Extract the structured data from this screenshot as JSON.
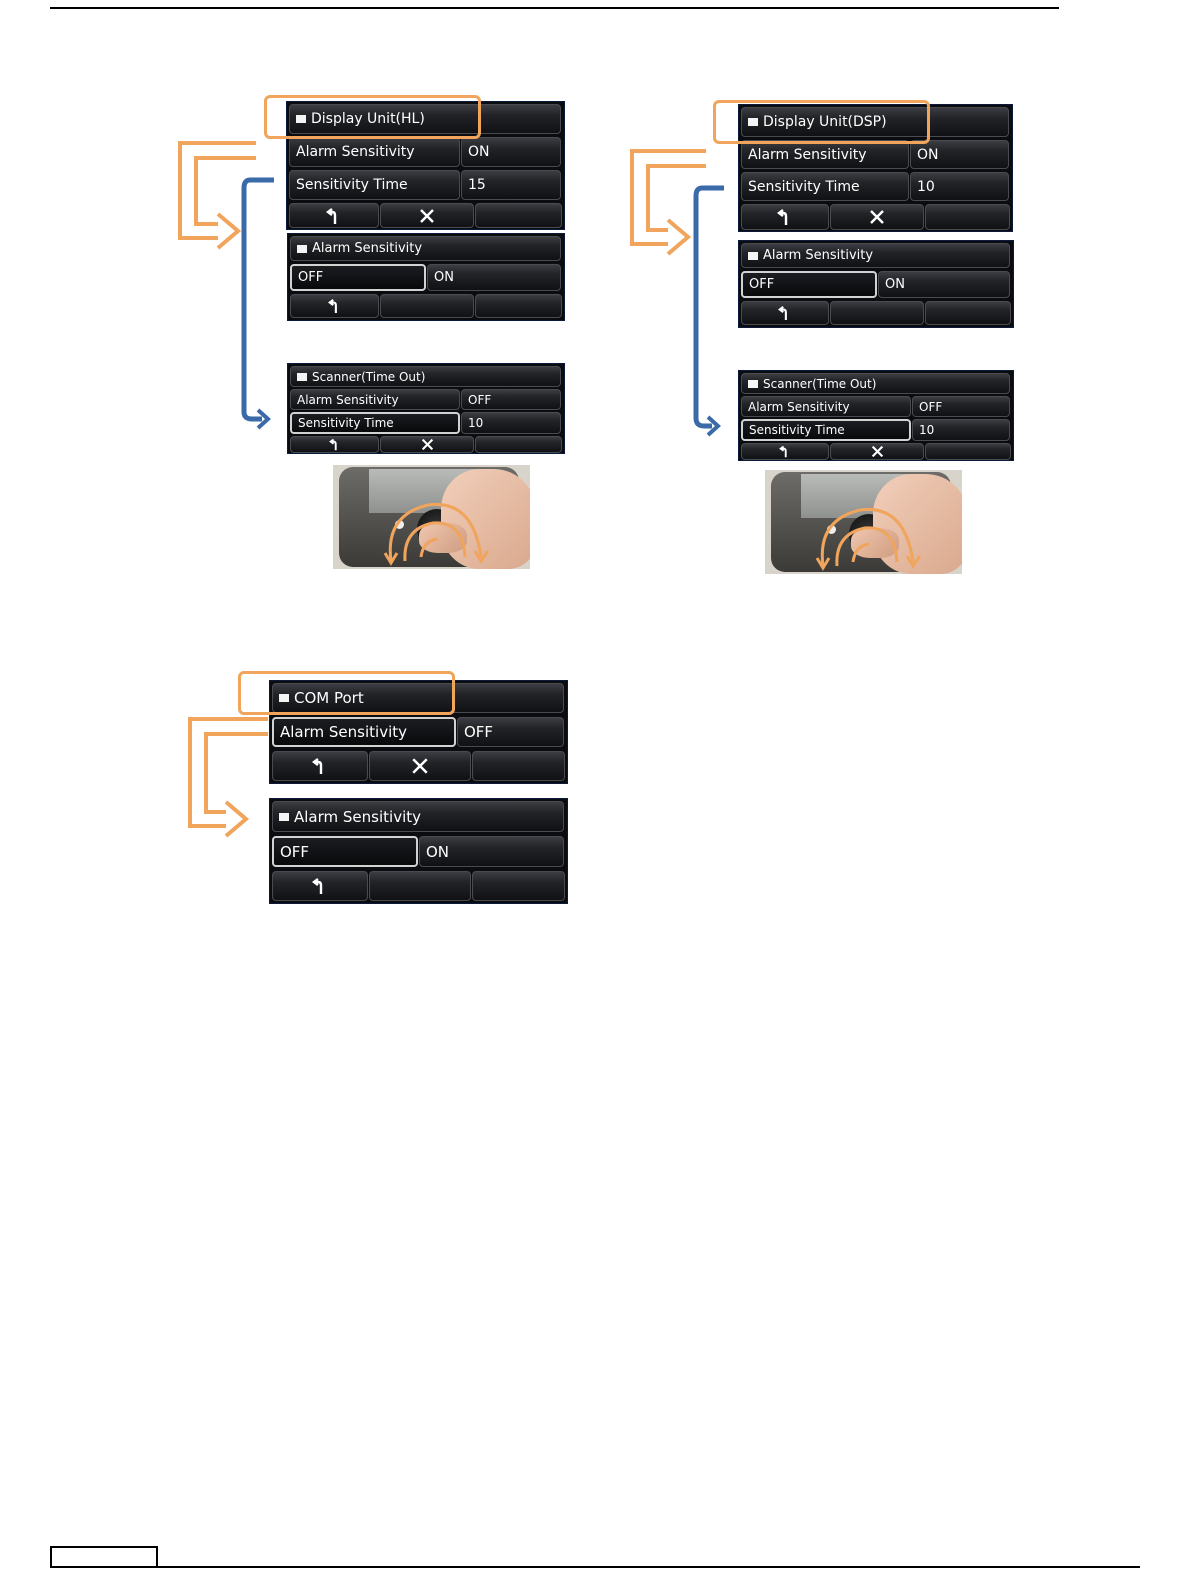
{
  "icons": {
    "back": "back-arrow-icon",
    "close": "close-x-icon",
    "flag": "flag-icon"
  },
  "colors": {
    "highlight": "#f0a45c",
    "flow_arrow_orange": "#f0a45c",
    "flow_arrow_blue": "#3a6aa8",
    "panel_bg": "#0b0c10"
  },
  "left": {
    "display_unit_menu": {
      "title": "Display Unit(HL)",
      "row1_label": "Alarm Sensitivity",
      "row1_value": "ON",
      "row2_label": "Sensitivity Time",
      "row2_value": "15"
    },
    "alarm_sensitivity_menu": {
      "title": "Alarm Sensitivity",
      "option_off": "OFF",
      "option_on": "ON"
    },
    "scanner_menu": {
      "title": "Scanner(Time Out)",
      "row1_label": "Alarm Sensitivity",
      "row1_value": "OFF",
      "row2_label": "Sensitivity Time",
      "row2_value": "10"
    }
  },
  "right": {
    "display_unit_menu": {
      "title": "Display Unit(DSP)",
      "row1_label": "Alarm Sensitivity",
      "row1_value": "ON",
      "row2_label": "Sensitivity Time",
      "row2_value": "10"
    },
    "alarm_sensitivity_menu": {
      "title": "Alarm Sensitivity",
      "option_off": "OFF",
      "option_on": "ON"
    },
    "scanner_menu": {
      "title": "Scanner(Time Out)",
      "row1_label": "Alarm Sensitivity",
      "row1_value": "OFF",
      "row2_label": "Sensitivity Time",
      "row2_value": "10"
    }
  },
  "com": {
    "com_port_menu": {
      "title": "COM Port",
      "row1_label": "Alarm Sensitivity",
      "row1_value": "OFF"
    },
    "alarm_sensitivity_menu": {
      "title": "Alarm Sensitivity",
      "option_off": "OFF",
      "option_on": "ON"
    }
  }
}
